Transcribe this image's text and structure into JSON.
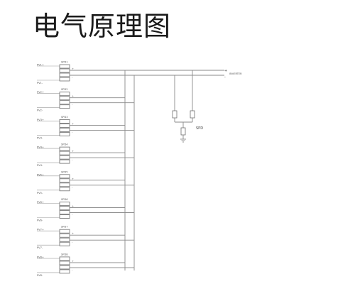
{
  "page": {
    "title": "电气原理图"
  },
  "schematic": {
    "strings": [
      {
        "breaker": "SPD1",
        "pos": "PV1+",
        "neg": "PV1-"
      },
      {
        "breaker": "SPD2",
        "pos": "PV2+",
        "neg": "PV2-"
      },
      {
        "breaker": "SPD3",
        "pos": "PV3+",
        "neg": "PV3-"
      },
      {
        "breaker": "SPD4",
        "pos": "PV4+",
        "neg": "PV4-"
      },
      {
        "breaker": "SPD5",
        "pos": "PV5+",
        "neg": "PV5-"
      },
      {
        "breaker": "SPD6",
        "pos": "PV6+",
        "neg": "PV6-"
      },
      {
        "breaker": "SPD7",
        "pos": "PV7+",
        "neg": "PV7-"
      },
      {
        "breaker": "SPD8",
        "pos": "PV8+",
        "neg": "PV8-"
      }
    ],
    "output_label": "INVERTER",
    "spd_label": "SPD",
    "plus_sign": "+",
    "minus_sign": "-"
  },
  "colors": {
    "wire": "#8a8a8a",
    "text": "#1a1a1a"
  }
}
